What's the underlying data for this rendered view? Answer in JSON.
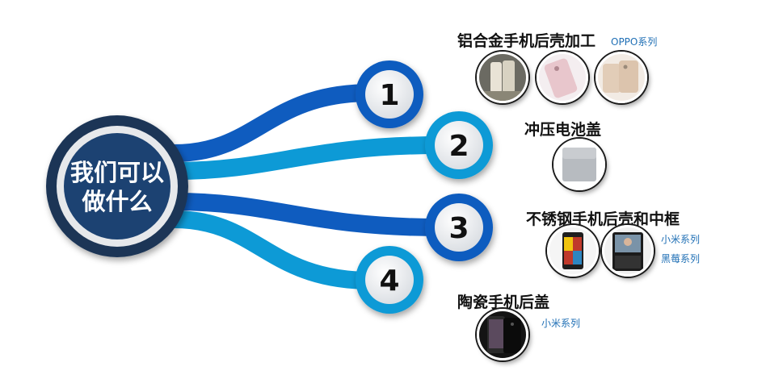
{
  "hub": {
    "line1": "我们可以",
    "line2": "做什么"
  },
  "nodes": [
    {
      "number": "1",
      "color": "#0f5cbf"
    },
    {
      "number": "2",
      "color": "#0d9ad6"
    },
    {
      "number": "3",
      "color": "#0f5cbf"
    },
    {
      "number": "4",
      "color": "#0d9ad6"
    }
  ],
  "items": [
    {
      "heading": "铝合金手机后壳加工",
      "tags": [
        "OPPO系列"
      ],
      "photos": [
        "oppo-phones-photo",
        "pink-phone-photo",
        "gold-phone-photo"
      ]
    },
    {
      "heading": "冲压电池盖",
      "tags": [],
      "photos": [
        "battery-cover-photo"
      ]
    },
    {
      "heading": "不锈钢手机后壳和中框",
      "tags": [
        "小米系列",
        "黑莓系列"
      ],
      "photos": [
        "xiaomi-phone-photo",
        "blackberry-phone-photo"
      ]
    },
    {
      "heading": "陶瓷手机后盖",
      "tags": [
        "小米系列"
      ],
      "photos": [
        "ceramic-phone-photo"
      ]
    }
  ],
  "colors": {
    "hub_ring": "#1b3556",
    "hub_fill": "#1c4372",
    "dark_blue": "#0f5cbf",
    "light_blue": "#0d9ad6"
  }
}
